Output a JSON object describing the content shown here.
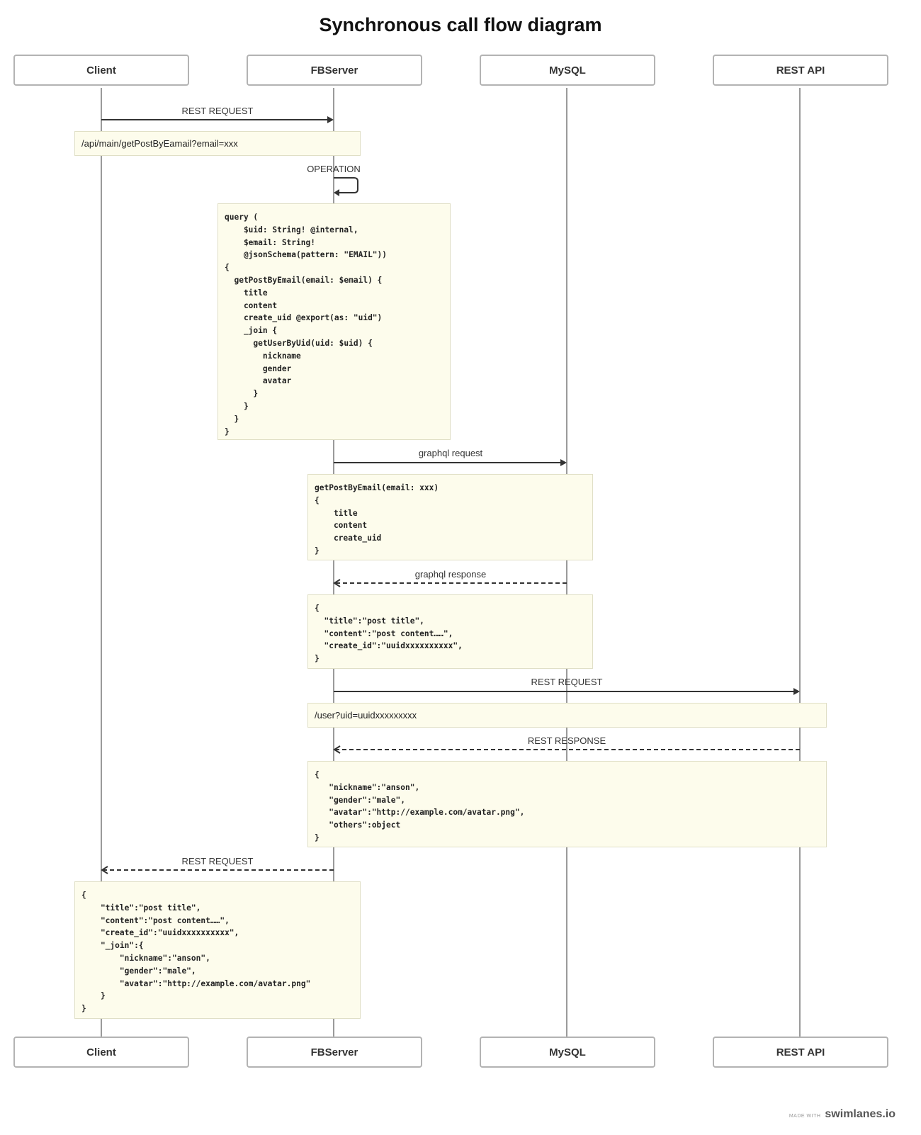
{
  "title": "Synchronous call flow diagram",
  "participants": [
    "Client",
    "FBServer",
    "MySQL",
    "REST API"
  ],
  "messages": [
    {
      "label": "REST REQUEST",
      "from": "Client",
      "to": "FBServer",
      "style": "solid"
    },
    {
      "label": "OPERATION",
      "from": "FBServer",
      "to": "FBServer",
      "style": "solid"
    },
    {
      "label": "graphql request",
      "from": "FBServer",
      "to": "MySQL",
      "style": "solid"
    },
    {
      "label": "graphql response",
      "from": "MySQL",
      "to": "FBServer",
      "style": "dashed"
    },
    {
      "label": "REST REQUEST",
      "from": "FBServer",
      "to": "REST API",
      "style": "solid"
    },
    {
      "label": "REST RESPONSE",
      "from": "REST API",
      "to": "FBServer",
      "style": "dashed"
    },
    {
      "label": "REST REQUEST",
      "from": "FBServer",
      "to": "Client",
      "style": "dashed"
    }
  ],
  "notes": {
    "client_request_path": "/api/main/getPostByEamail?email=xxx",
    "operation_query": "query (\n    $uid: String! @internal,\n    $email: String!\n    @jsonSchema(pattern: \"EMAIL\"))\n{\n  getPostByEmail(email: $email) {\n    title\n    content\n    create_uid @export(as: \"uid\")\n    _join {\n      getUserByUid(uid: $uid) {\n        nickname\n        gender\n        avatar\n      }\n    }\n  }\n}",
    "graphql_request_body": "getPostByEmail(email: xxx)\n{\n    title\n    content\n    create_uid\n}",
    "graphql_response_body": "{\n  \"title\":\"post title\",\n  \"content\":\"post content……\",\n  \"create_id\":\"uuidxxxxxxxxxx\",\n}",
    "rest_request_path": "/user?uid=uuidxxxxxxxxx",
    "rest_response_body": "{\n   \"nickname\":\"anson\",\n   \"gender\":\"male\",\n   \"avatar\":\"http://example.com/avatar.png\",\n   \"others\":object\n}",
    "client_response_body": "{\n    \"title\":\"post title\",\n    \"content\":\"post content……\",\n    \"create_id\":\"uuidxxxxxxxxxx\",\n    \"_join\":{\n        \"nickname\":\"anson\",\n        \"gender\":\"male\",\n        \"avatar\":\"http://example.com/avatar.png\"\n    }\n}"
  },
  "footer": {
    "made_with": "MADE WITH",
    "brand": "swimlanes.io"
  }
}
